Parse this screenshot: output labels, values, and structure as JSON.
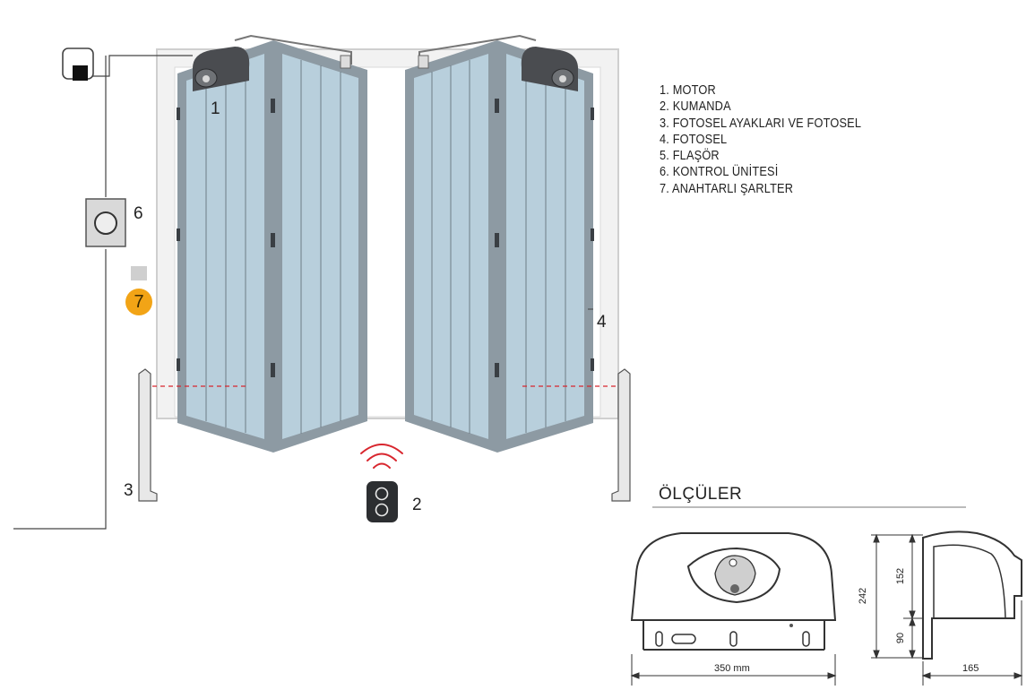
{
  "callouts": {
    "motor": "1",
    "remote": "2",
    "photocell_posts": "3",
    "photocell": "4",
    "control_unit": "6",
    "key_switch": "7"
  },
  "legend": [
    "1. MOTOR",
    "2. KUMANDA",
    "3. FOTOSEL AYAKLARI VE FOTOSEL",
    "4. FOTOSEL",
    "5. FLAŞÖR",
    "6. KONTROL ÜNİTESİ",
    "7. ANAHTARLI ŞARLTER"
  ],
  "dimensions": {
    "title": "ÖLÇÜLER",
    "width": "350 mm",
    "height_total": "242",
    "height_upper": "152",
    "height_lower": "90",
    "depth": "165"
  },
  "colors": {
    "door_glass": "#b8cfdc",
    "door_frame": "#8d9aa3",
    "motor_body": "#4a4c50",
    "key_switch_badge": "#f2a416",
    "beam": "#d8262e"
  }
}
